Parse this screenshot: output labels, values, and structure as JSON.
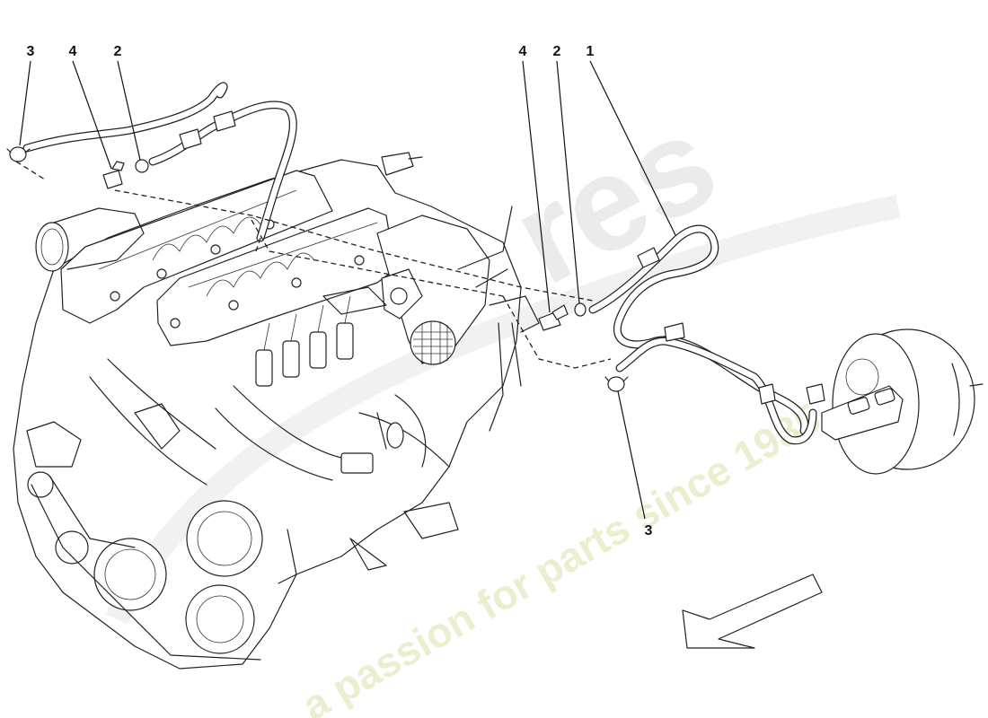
{
  "callouts": {
    "left_3": "3",
    "left_4": "4",
    "left_2": "2",
    "right_4": "4",
    "right_2": "2",
    "right_1": "1",
    "lower_3": "3"
  },
  "watermark": {
    "brand": "res",
    "tagline": "a passion for parts since 1985"
  },
  "colors": {
    "line": "#222222",
    "watermark_text": "#e8e8bf",
    "watermark_logo": "#dcdcdc"
  }
}
